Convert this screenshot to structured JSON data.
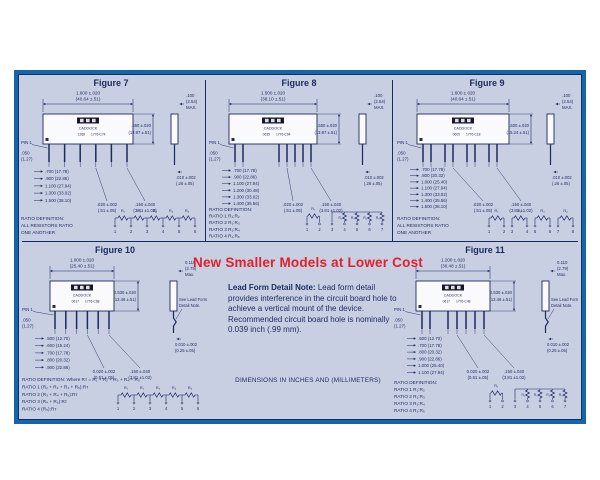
{
  "colors": {
    "border_blue": "#1565ab",
    "panel_bg": "#c9cfe2",
    "ink_navy": "#1b2a5e",
    "banner_red": "#e32028"
  },
  "banner": {
    "text": "New Smaller Models at Lower Cost"
  },
  "note": {
    "title": "Lead Form Detail Note:",
    "body": "Lead form detail provides interference in the circuit board hole to achieve a vertical mount of the device. Recommended circuit board hole is nominally 0.039 inch (.99 mm)."
  },
  "dimensions_note": "DIMENSIONS IN INCHES AND (MILLIMETERS)",
  "figures": [
    {
      "title": "Figure 7",
      "brand": "CADDOCK",
      "date_code": "1268",
      "model": "1776-C74",
      "width_dim": [
        "1.600 ±.020",
        "(40.64 ±.51)"
      ],
      "max_dim": [
        ".100",
        "(2.54)",
        "MAX."
      ],
      "height_dim": [
        ".550 ±.020",
        "(13.97 ±.51)"
      ],
      "pin1_label": "PIN 1",
      "pin_pitch": [
        ".050",
        "(1.27)"
      ],
      "left_dims": [
        ".700 (17.78)",
        ".900 (22.86)",
        "1.100 (27.94)",
        "1.300 (33.02)",
        "1.500 (38.10)"
      ],
      "lead_width": [
        ".020 ±.002",
        "(.51 ±.05)"
      ],
      "lead_length": [
        ".150 ±.040",
        "(3.81 ±1.02)"
      ],
      "lead_thickness": [
        ".010 ±.002",
        "(.26 ±.05)"
      ],
      "ratio_lines": [
        "RATIO DEFINITION:",
        "ALL RESISTORS RATIO",
        "ONE ANOTHER"
      ],
      "schematic": {
        "type": "series",
        "labels": [
          "R₁",
          "R₂",
          "R₃",
          "R₄",
          "R₅"
        ],
        "pins": [
          "1",
          "2",
          "3",
          "4",
          "5",
          "6"
        ]
      }
    },
    {
      "title": "Figure 8",
      "brand": "CADDOCK",
      "date_code": "0635",
      "model": "1776-C94",
      "width_dim": [
        "1.500 ±.020",
        "(38.10 ±.51)"
      ],
      "max_dim": [
        ".100",
        "(2.54)",
        "MAX."
      ],
      "height_dim": [
        ".550 ±.020",
        "(13.97 ±.51)"
      ],
      "pin1_label": "PIN 1",
      "pin_pitch": [
        ".050",
        "(1.27)"
      ],
      "left_dims": [
        ".700 (17.78)",
        ".900 (22.86)",
        "1.100 (27.94)",
        "1.200 (30.48)",
        "1.300 (33.02)",
        "1.400 (35.56)"
      ],
      "lead_width": [
        ".020 ±.002",
        "(.51 ±.05)"
      ],
      "lead_length": [
        ".150 ±.040",
        "(3.81 ±1.02)"
      ],
      "lead_thickness": [
        ".010 ±.002",
        "(.26 ±.05)"
      ],
      "ratio_lines": [
        "RATIO DEFINITION:",
        "RATIO 1    R₁:R₂",
        "RATIO 2    R₁:R₃",
        "RATIO 3    R₁:R₄",
        "RATIO 4    R₁:R₅"
      ],
      "schematic": {
        "type": "shunt",
        "series_label": "R₁",
        "shunt_labels": [
          "R₂",
          "R₃",
          "R₄",
          "R₅"
        ],
        "pins": [
          "1",
          "2",
          "3",
          "4",
          "5",
          "6",
          "7"
        ]
      }
    },
    {
      "title": "Figure 9",
      "brand": "CADDOCK",
      "date_code": "0605",
      "model": "1776-C18",
      "width_dim": [
        "1.600 ±.020",
        "(40.64 ±.51)"
      ],
      "max_dim": [
        ".100",
        "(2.54)",
        "MAX."
      ],
      "height_dim": [
        ".600 ±.020",
        "(15.24 ±.51)"
      ],
      "pin1_label": "PIN 1",
      "pin_pitch": [
        ".050",
        "(1.27)"
      ],
      "left_dims": [
        ".700 (17.78)",
        ".800 (20.32)",
        "1.000 (25.40)",
        "1.100 (27.94)",
        "1.300 (33.02)",
        "1.400 (35.56)",
        "1.500 (38.10)"
      ],
      "lead_width": [
        ".020 ±.002",
        "(.51 ±.05)"
      ],
      "lead_length": [
        ".150 ±.040",
        "(3.81 ±1.02)"
      ],
      "lead_thickness": [
        ".010 ±.002",
        "(.26 ±.05)"
      ],
      "ratio_lines": [
        "RATIO DEFINITION:",
        "ALL RESISTORS RATIO",
        "ONE ANOTHER"
      ],
      "schematic": {
        "type": "pairs",
        "labels": [
          "R₁",
          "R₂",
          "R₃",
          "R₄"
        ],
        "pins": [
          "1",
          "2",
          "3",
          "4",
          "5",
          "6",
          "7",
          "8"
        ]
      }
    },
    {
      "title": "Figure 10",
      "brand": "CADDOCK",
      "date_code": "0617",
      "model": "1776-C68",
      "width_dim": [
        "1.000 ±.020",
        "(25.40 ±.51)"
      ],
      "max_dim": [
        "0.110",
        "(2.79)",
        "Max."
      ],
      "height_dim": [
        "0.530 ±.020",
        "(13.46 ±.51)"
      ],
      "pin1_label": "PIN 1",
      "pin_pitch": [
        ".050",
        "(1.27)"
      ],
      "left_dims": [
        ".500 (12.70)",
        ".600 (15.24)",
        ".700 (17.78)",
        ".800 (20.32)",
        ".900 (22.86)"
      ],
      "lead_width": [
        "0.020 ±.002",
        "(0.51 ±.05)"
      ],
      "lead_length": [
        ".150 ±.040",
        "(3.81 ±1.02)"
      ],
      "lead_thickness": [
        "0.010 ±.002",
        "(0.25 ±.05)"
      ],
      "lead_form_note": [
        "See Lead Form",
        "Detail Note."
      ],
      "ratio_lines": [
        "RATIO DEFINITION: Where Rᴛ = R₁ + R₂ + R₃ + R₄ + R₅",
        "RATIO 1  (R₂ + R₃ + R₄ + R₅):Rᴛ",
        "RATIO 2  (R₃ + R₄ + R₅):Rᴛ",
        "RATIO 3  (R₄ + R₅):Rᴛ",
        "RATIO 4  (R₅):Rᴛ"
      ],
      "schematic": {
        "type": "series",
        "labels": [
          "R₁",
          "R₂",
          "R₃",
          "R₄",
          "R₅"
        ],
        "pins": [
          "1",
          "2",
          "3",
          "4",
          "5",
          "6"
        ]
      }
    },
    {
      "title": "Figure 11",
      "brand": "CADDOCK",
      "date_code": "0617",
      "model": "1776-C48",
      "width_dim": [
        "1.200 ±.020",
        "(30.48 ±.51)"
      ],
      "max_dim": [
        "0.110",
        "(2.79)",
        "Max."
      ],
      "height_dim": [
        "0.530 ±.020",
        "(13.46 ±.51)"
      ],
      "pin1_label": "PIN 1",
      "pin_pitch": [
        ".050",
        "(1.27)"
      ],
      "left_dims": [
        ".500 (12.70)",
        ".700 (17.78)",
        ".800 (20.32)",
        ".900 (22.86)",
        "1.000 (25.40)",
        "1.100 (27.94)"
      ],
      "lead_width": [
        "0.020 ±.002",
        "(0.51 ±.05)"
      ],
      "lead_length": [
        ".150 ±.040",
        "(3.81 ±1.02)"
      ],
      "lead_thickness": [
        "0.010 ±.002",
        "(0.25 ±.05)"
      ],
      "lead_form_note": [
        "See Lead Form",
        "Detail Note."
      ],
      "ratio_lines": [
        "RATIO DEFINITION:",
        "RATIO 1    R₁:R₂",
        "RATIO 2    R₁:R₃",
        "RATIO 3    R₁:R₄",
        "RATIO 4    R₁:R₅"
      ],
      "schematic": {
        "type": "shunt",
        "series_label": "R₁",
        "shunt_labels": [
          "R₂",
          "R₃",
          "R₄",
          "R₅"
        ],
        "pins": [
          "1",
          "2",
          "3",
          "4",
          "5",
          "6",
          "7"
        ]
      }
    }
  ]
}
